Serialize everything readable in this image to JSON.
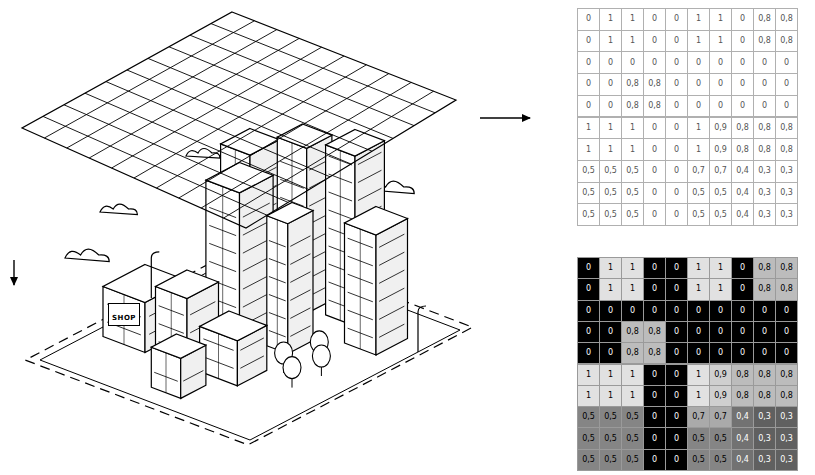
{
  "diagram": {
    "labels": [
      "SHOP",
      "0",
      "1",
      "1",
      "0",
      "0",
      "1",
      "1",
      "0",
      "0,8",
      "0,8",
      "0",
      "1",
      "1",
      "0",
      "0",
      "1",
      "1",
      "0",
      "0,8",
      "0,8",
      "0",
      "0",
      "0",
      "0",
      "0",
      "0",
      "0",
      "0",
      "0",
      "0",
      "0",
      "0",
      "0,8",
      "0,8",
      "0",
      "0",
      "0",
      "0",
      "0",
      "0",
      "0",
      "0",
      "0,8",
      "0,8",
      "0",
      "0",
      "0",
      "0",
      "0",
      "0",
      "1",
      "1",
      "1",
      "0",
      "0",
      "1",
      "0,9",
      "0,8",
      "0,8",
      "0,8",
      "1",
      "1",
      "1",
      "0",
      "0",
      "1",
      "0,9",
      "0,8",
      "0,8",
      "0,8",
      "0,5",
      "0,5",
      "0,5",
      "0",
      "0",
      "0,7",
      "0,7",
      "0,4",
      "0,3",
      "0,3",
      "0,5",
      "0,5",
      "0,5",
      "0",
      "0",
      "0,5",
      "0,5",
      "0,4",
      "0,3",
      "0,3",
      "0,5",
      "0,5",
      "0,5",
      "0",
      "0",
      "0,5",
      "0,5",
      "0,4",
      "0,3",
      "0,3",
      "0",
      "1",
      "1",
      "0",
      "0",
      "1",
      "1",
      "0",
      "0,8",
      "0,8",
      "0",
      "1",
      "1",
      "0",
      "0",
      "1",
      "1",
      "0",
      "0,8",
      "0,8",
      "0",
      "0",
      "0",
      "0",
      "0",
      "0",
      "0",
      "0",
      "0",
      "0",
      "0",
      "0",
      "0,8",
      "0,8",
      "0",
      "0",
      "0",
      "0",
      "0",
      "0",
      "0",
      "0",
      "0,8",
      "0,8",
      "0",
      "0",
      "0",
      "0",
      "0",
      "0",
      "1",
      "1",
      "1",
      "0",
      "0",
      "1",
      "0,9",
      "0,8",
      "0,8",
      "0,8",
      "1",
      "1",
      "1",
      "0",
      "0",
      "1",
      "0,9",
      "0,8",
      "0,8",
      "0,8",
      "0,5",
      "0,5",
      "0,5",
      "0",
      "0",
      "0,7",
      "0,7",
      "0,4",
      "0,3",
      "0,3",
      "0,5",
      "0,5",
      "0,5",
      "0",
      "0",
      "0,5",
      "0,5",
      "0,4",
      "0,3",
      "0,3",
      "0,5",
      "0,5",
      "0,5",
      "0",
      "0",
      "0,5",
      "0,5",
      "0,4",
      "0,3",
      "0,3"
    ]
  }
}
